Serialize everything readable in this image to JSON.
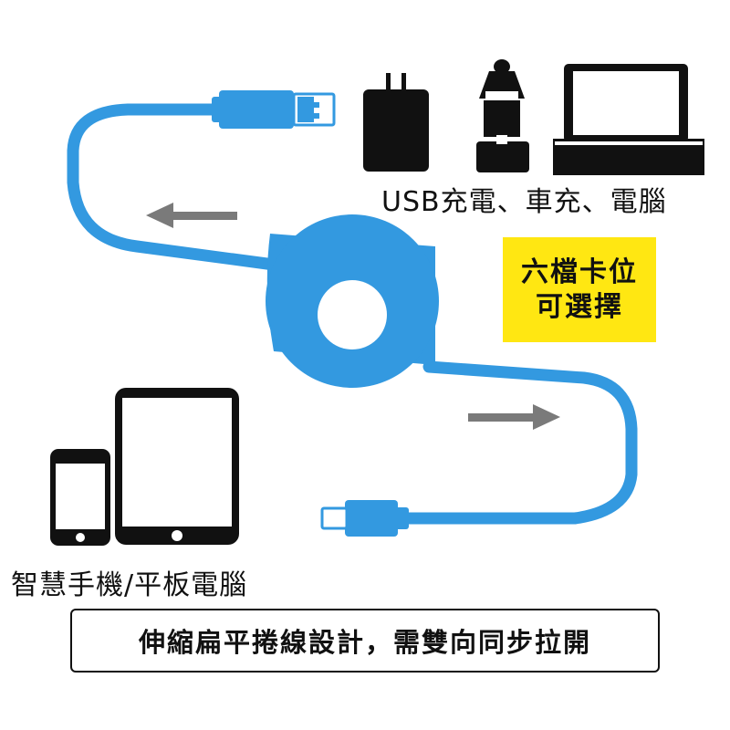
{
  "labels": {
    "power_sources": "USB充電、車充、電腦",
    "devices": "智慧手機/平板電腦"
  },
  "badge": {
    "line1": "六檔卡位",
    "line2": "可選擇"
  },
  "footer": {
    "text": "伸縮扁平捲線設計，需雙向同步拉開"
  },
  "colors": {
    "cable_blue": "#3399e0",
    "badge_yellow": "#ffe712",
    "arrow_gray": "#7a7a7a",
    "device_black": "#111111"
  },
  "icons": [
    "wall-charger-icon",
    "car-charger-icon",
    "laptop-icon",
    "smartphone-icon",
    "tablet-icon"
  ]
}
